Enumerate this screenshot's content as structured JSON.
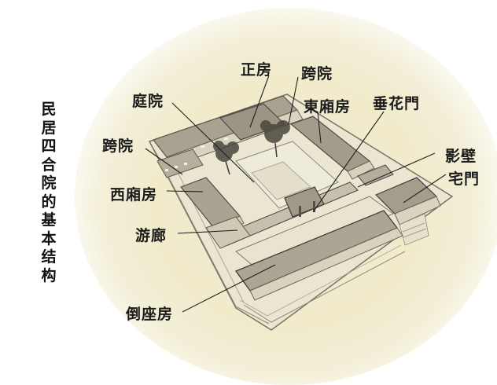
{
  "title": {
    "text": "民居四合院的基本结构",
    "chars": [
      "民",
      "居",
      "四",
      "合",
      "院",
      "的",
      "基",
      "本",
      "结",
      "构"
    ]
  },
  "labels": {
    "zhengfang": "正房",
    "kuayuan_top": "跨院",
    "dongxiangfang": "東廂房",
    "chuihuamen": "垂花門",
    "tingyuan": "庭院",
    "kuayuan_left": "跨院",
    "xixiangfang": "西廂房",
    "youlang": "游廊",
    "yingbi": "影壁",
    "zhaimen": "宅門",
    "daozuofang": "倒座房"
  },
  "colors": {
    "background": "#ffffff",
    "vignette": "#f1ebcc",
    "roof_dark": "#8a8678",
    "roof_mid": "#b3ae9c",
    "wall_light": "#e6e1cc",
    "ink": "#1a1a1a"
  }
}
